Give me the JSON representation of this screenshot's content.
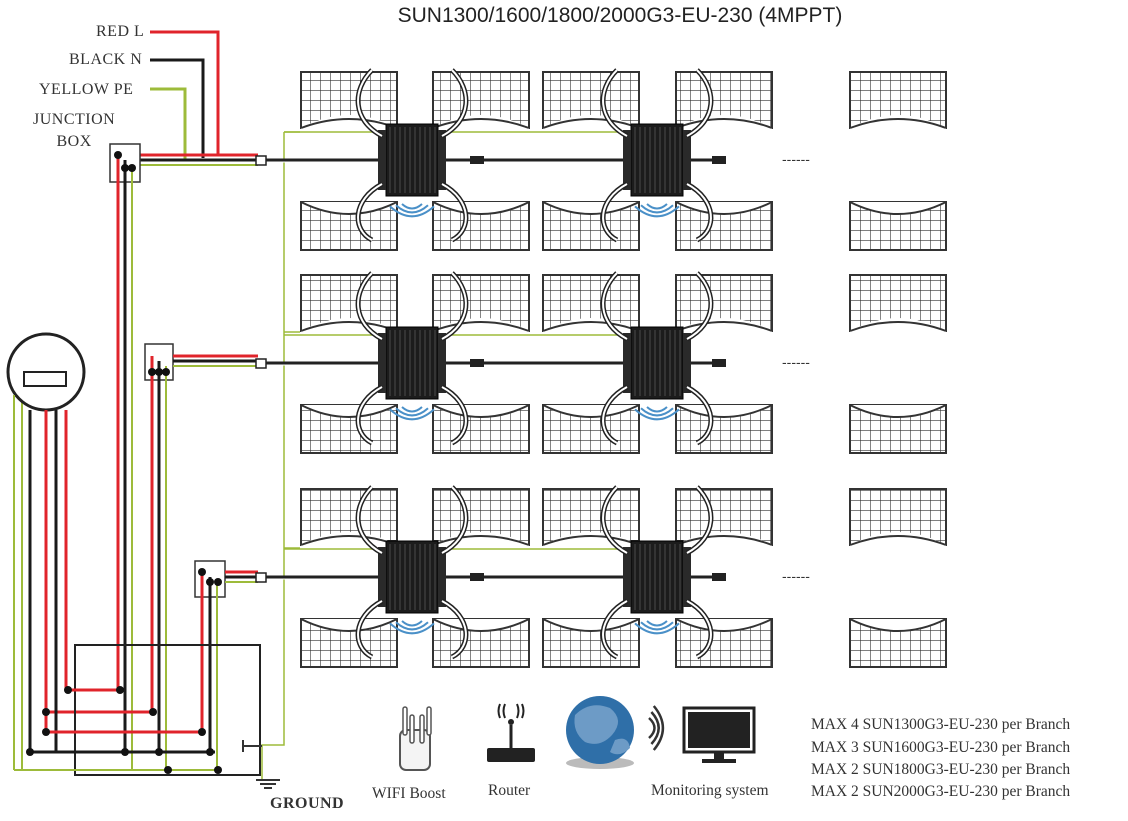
{
  "title": "SUN1300/1600/1800/2000G3-EU-230 (4MPPT)",
  "wires": {
    "red": "RED L",
    "black": "BLACK N",
    "yellow": "YELLOW   PE",
    "junction_box": "JUNCTION\nBOX"
  },
  "meter_label": "meter",
  "ground_label": "GROUND",
  "ellipsis": "------",
  "devices": {
    "wifi_boost": "WIFI Boost",
    "router": "Router",
    "monitoring": "Monitoring system"
  },
  "notes": [
    "MAX 4 SUN1300G3-EU-230 per Branch",
    "MAX 3 SUN1600G3-EU-230 per Branch",
    "MAX 2 SUN1800G3-EU-230 per Branch",
    "MAX 2 SUN2000G3-EU-230 per Branch"
  ],
  "colors": {
    "red": "#e0242b",
    "black": "#1a1a1a",
    "yellow": "#9dbb3a",
    "panel": "#333333"
  }
}
